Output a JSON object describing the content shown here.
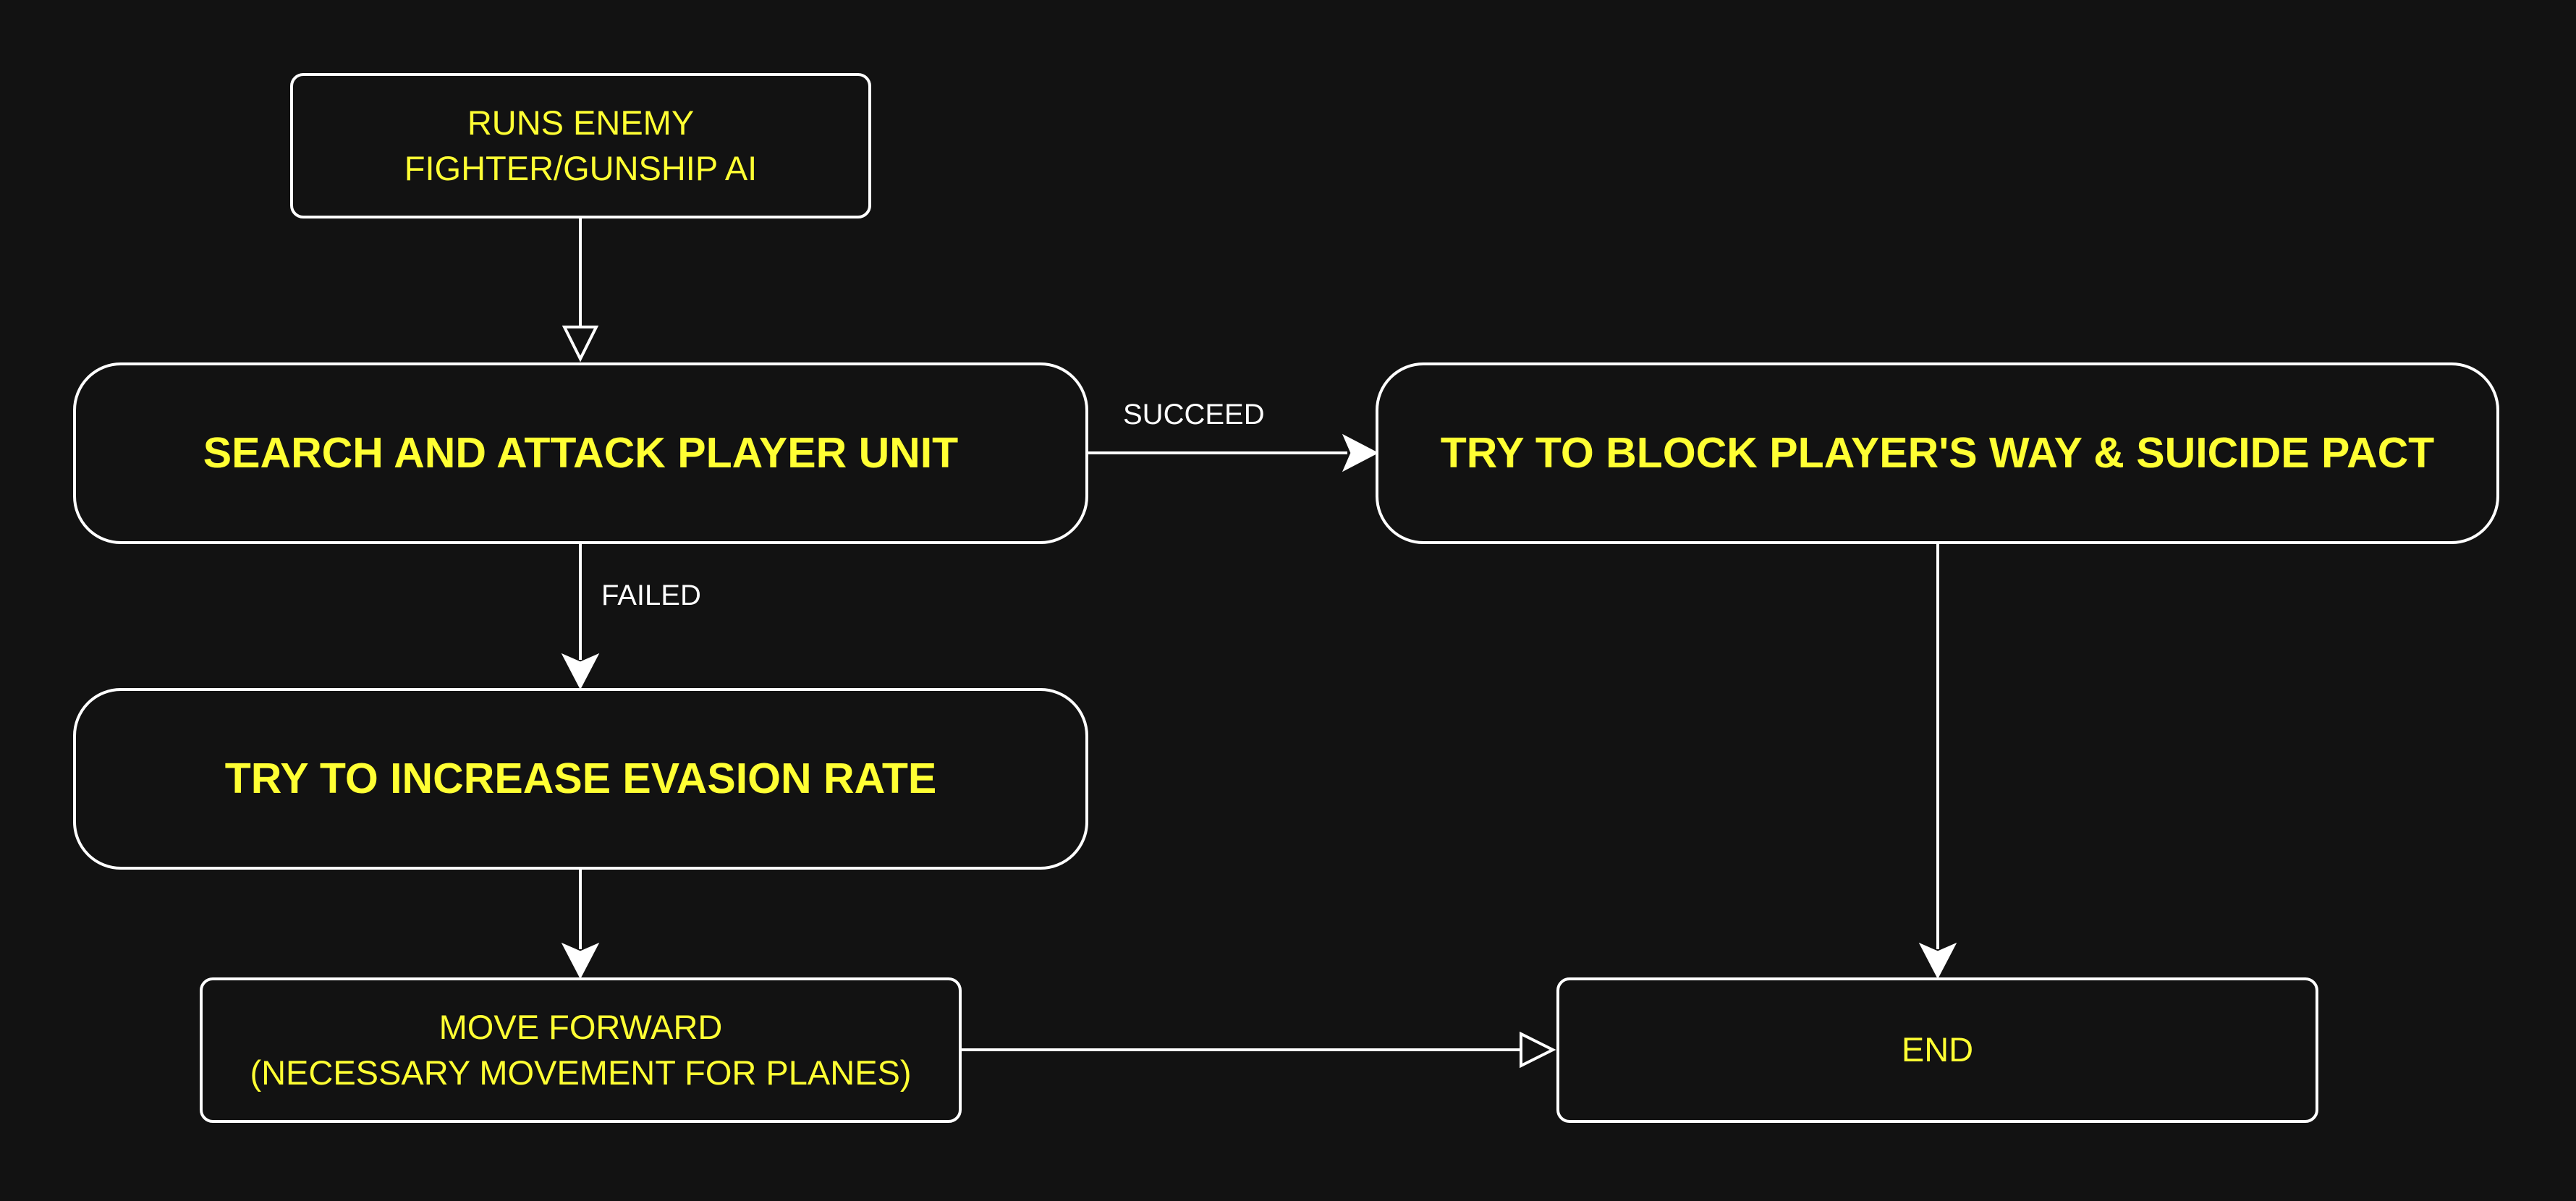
{
  "colors": {
    "background": "#121212",
    "stroke": "#ffffff",
    "node_text": "#ffff33",
    "edge_text": "#ffffff"
  },
  "nodes": {
    "runs_ai": "RUNS ENEMY\nFIGHTER/GUNSHIP AI",
    "search_attack": "SEARCH AND ATTACK PLAYER UNIT",
    "block_suicide": "TRY TO BLOCK PLAYER'S WAY & SUICIDE PACT",
    "evasion": "TRY TO INCREASE EVASION RATE",
    "move_forward": "MOVE FORWARD\n(NECESSARY MOVEMENT FOR PLANES)",
    "end": "END"
  },
  "edge_labels": {
    "succeed": "SUCCEED",
    "failed": "FAILED"
  }
}
